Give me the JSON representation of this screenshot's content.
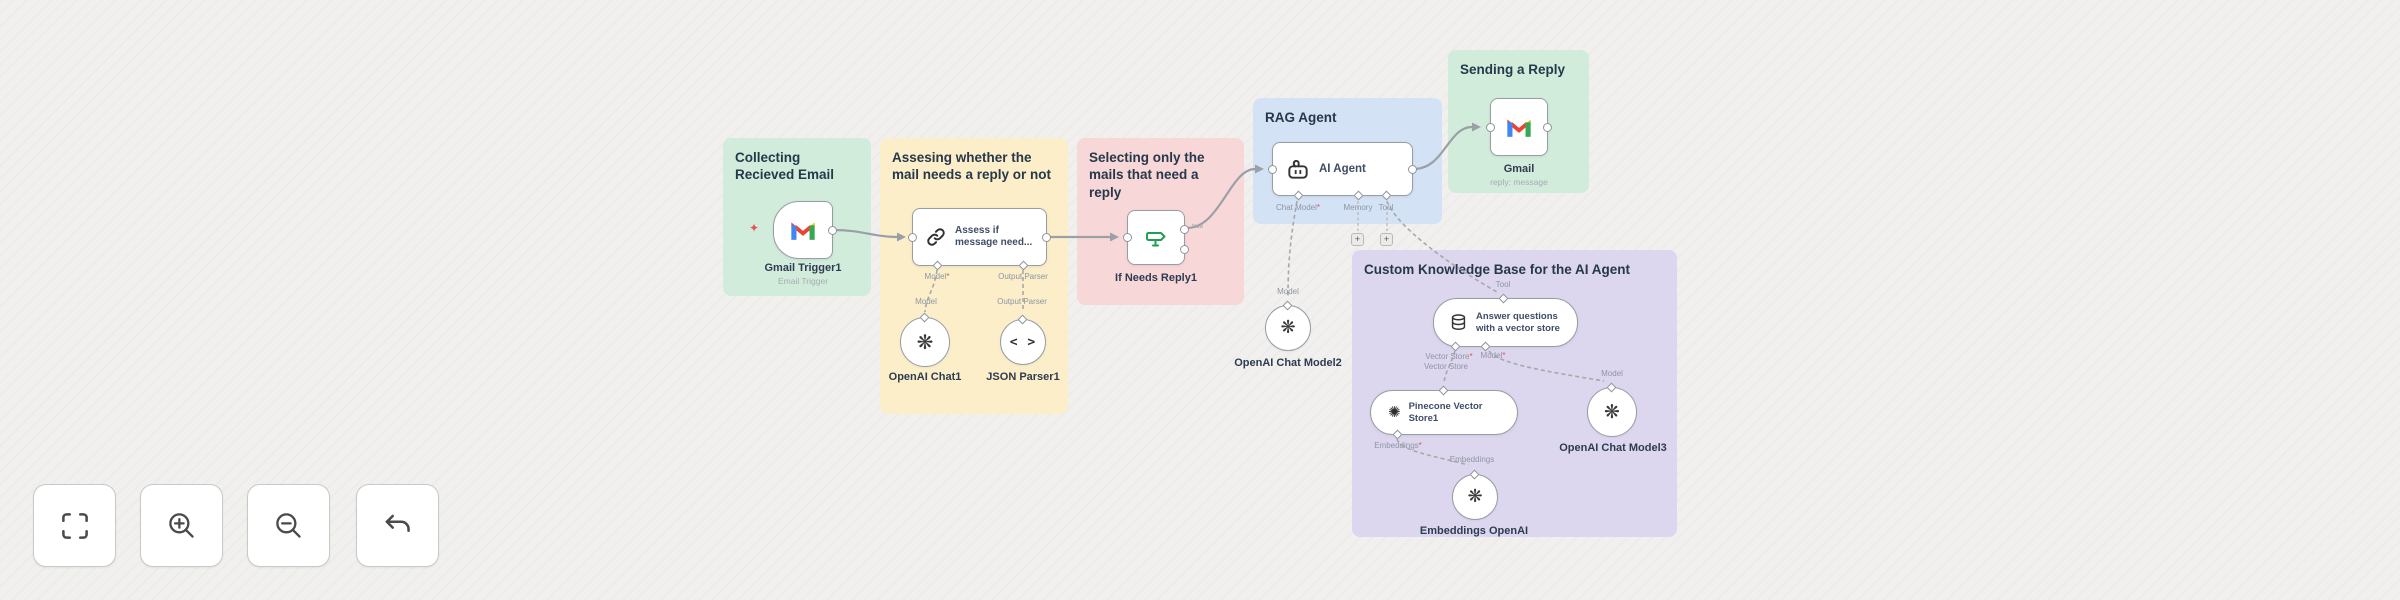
{
  "colors": {
    "canvas": "#f1f0ee",
    "group_green": "#d2ecdc",
    "group_yellow": "#fbeec9",
    "group_pink": "#f8d7d9",
    "group_blue": "#d3e2f4",
    "group_purple": "#dcd7ee",
    "wire": "#9aa0a6",
    "title_text": "#26384a"
  },
  "groups": {
    "collecting": {
      "title": "Collecting Recieved Email"
    },
    "assessing": {
      "title": "Assesing whether the mail needs a reply or not"
    },
    "selecting": {
      "title": "Selecting only the mails that need a reply"
    },
    "rag": {
      "title": "RAG Agent"
    },
    "sending": {
      "title": "Sending a Reply"
    },
    "knowledge": {
      "title": "Custom Knowledge Base for the AI Agent"
    }
  },
  "nodes": {
    "gmail_trigger": {
      "name": "Gmail Trigger1",
      "subtitle": "Email Trigger"
    },
    "assess": {
      "title": "Assess if message need..."
    },
    "openai_chat1": {
      "name": "OpenAI Chat1"
    },
    "json_parser1": {
      "name": "JSON Parser1"
    },
    "if_node": {
      "name": "If Needs Reply1",
      "true_label": "true"
    },
    "ai_agent": {
      "title": "AI Agent"
    },
    "gmail_send": {
      "name": "Gmail",
      "subtitle": "reply: message"
    },
    "openai_chat2": {
      "name": "OpenAI Chat Model2"
    },
    "answer_tool": {
      "title": "Answer questions with a vector store"
    },
    "pinecone": {
      "title": "Pinecone Vector Store1"
    },
    "openai_chat3": {
      "name": "OpenAI Chat Model3"
    },
    "embeddings": {
      "name": "Embeddings OpenAI"
    }
  },
  "port_labels": {
    "model": "Model",
    "output_parser": "Output Parser",
    "chat_model": "Chat Model",
    "memory": "Memory",
    "tool": "Tool",
    "vector_store": "Vector Store",
    "embeddings": "Embeddings",
    "required_mark": "*"
  },
  "icons": {
    "plus": "+",
    "required_sparkle": "✦",
    "openai_glyph": "❋",
    "pinecone_glyph": "✺",
    "json_glyph": "< >"
  }
}
